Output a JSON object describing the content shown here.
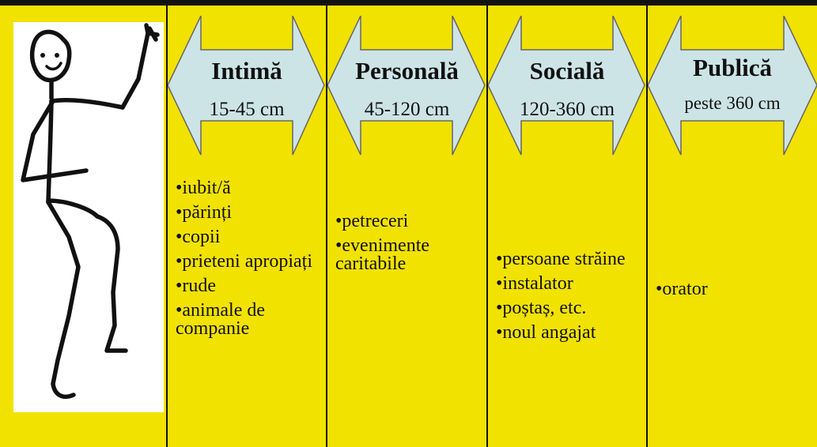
{
  "zones": [
    {
      "title": "Intimă",
      "range": "15-45 cm",
      "items": [
        "•iubit/ă",
        "•părinți",
        "•copii",
        "•prieteni apropiați",
        "•rude",
        "•animale de companie"
      ]
    },
    {
      "title": "Personală",
      "range": "45-120 cm",
      "items": [
        "•petreceri",
        "•evenimente caritabile"
      ]
    },
    {
      "title": "Socială",
      "range": "120-360 cm",
      "items": [
        "•persoane străine",
        "•instalator",
        "•poștaș, etc.",
        "•noul angajat"
      ]
    },
    {
      "title": "Publică",
      "range": "peste 360 cm",
      "items": [
        "•orator"
      ]
    }
  ],
  "colors": {
    "background": "#f2e200",
    "arrow_fill": "#cde4e6",
    "line": "#111111"
  }
}
